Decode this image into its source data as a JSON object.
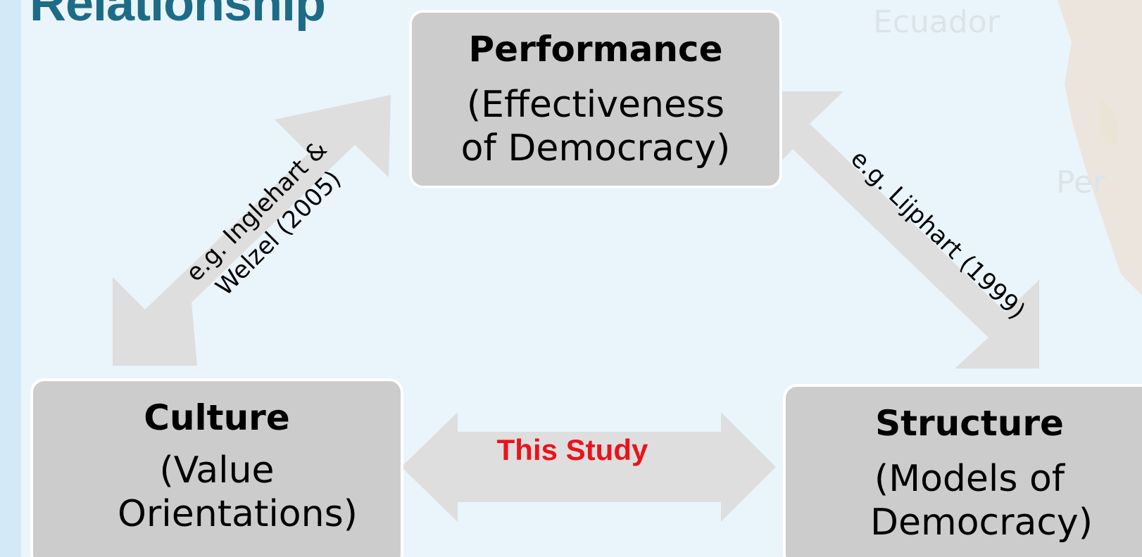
{
  "slide": {
    "title": "Relationship",
    "background_labels": {
      "ecuador": "Ecuador",
      "peru": "Per"
    }
  },
  "diagram": {
    "nodes": {
      "performance": {
        "name": "Performance",
        "description": "(Effectiveness of Democracy)"
      },
      "culture": {
        "name": "Culture",
        "description": "(Value Orientations)"
      },
      "structure": {
        "name": "Structure",
        "description": "(Models of Democracy)"
      }
    },
    "edges": {
      "culture_performance": {
        "label": "e.g. Inglehart & Welzel (2005)"
      },
      "performance_structure": {
        "label": "e.g. Lijphart (1999)"
      },
      "culture_structure": {
        "label": "This Study"
      }
    }
  },
  "colors": {
    "box_fill": "#cccccc",
    "arrow_fill": "#dedede",
    "title": "#1d6b86",
    "highlight": "#e8141c",
    "background": "#eaf4fb"
  }
}
